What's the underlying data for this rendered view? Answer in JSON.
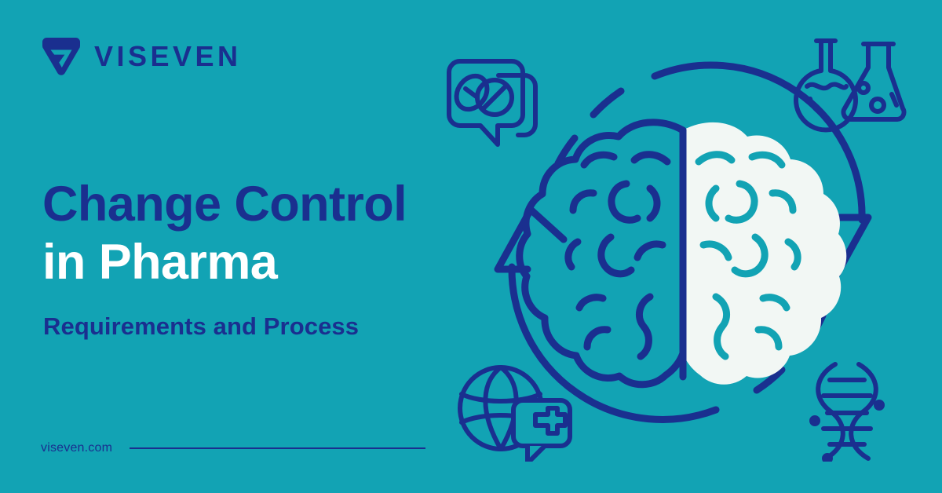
{
  "brand": {
    "name": "VISEVEN",
    "logo_icon": "viseven-v7-mark-icon",
    "navy": "#1A2F8F",
    "teal": "#12A3B4",
    "white": "#FFFFFF",
    "offwhite": "#F2F7F4"
  },
  "headline": {
    "line1": "Change Control",
    "line2": "in Pharma"
  },
  "subhead": "Requirements and Process",
  "footer": {
    "url": "viseven.com"
  },
  "illustration": {
    "center_icon": "brain-split-hemispheres-icon",
    "cycle_icon": "circular-refresh-arrows-icon",
    "arrow_up_icon": "arrow-up-icon",
    "arrow_down_icon": "arrow-down-icon",
    "satellites": [
      {
        "name": "pills-speech-bubble-icon",
        "position": "top-left"
      },
      {
        "name": "lab-flasks-icon",
        "position": "top-right"
      },
      {
        "name": "globe-medical-cross-chat-icon",
        "position": "bottom-left"
      },
      {
        "name": "dna-helix-icon",
        "position": "bottom-right"
      }
    ]
  }
}
